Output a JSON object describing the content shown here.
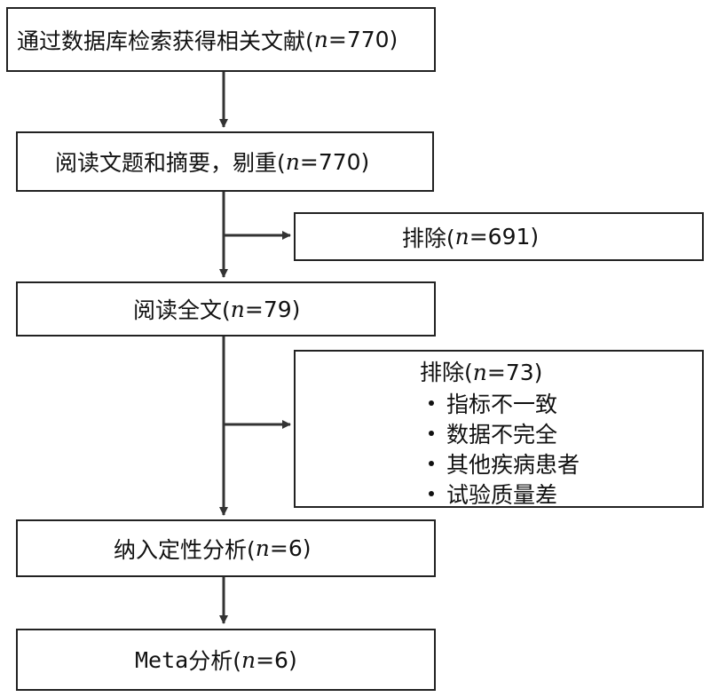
{
  "boxes": {
    "search": {
      "prefix": "通过数据库检索获得相关文献(",
      "n": "n",
      "suffix": "=770)"
    },
    "screen": {
      "prefix": "阅读文题和摘要，剔重(",
      "n": "n",
      "suffix": "=770)"
    },
    "exclude1": {
      "prefix": "排除(",
      "n": "n",
      "suffix": "=691)"
    },
    "fulltext": {
      "prefix": "阅读全文(",
      "n": "n",
      "suffix": "=79)"
    },
    "exclude2": {
      "prefix": "排除(",
      "n": "n",
      "suffix": "=73)",
      "reasons": [
        "指标不一致",
        "数据不完全",
        "其他疾病患者",
        "试验质量差"
      ]
    },
    "qualitative": {
      "prefix": "纳入定性分析(",
      "n": "n",
      "suffix": "=6)"
    },
    "meta": {
      "latin": "Meta",
      "prefix": "分析(",
      "n": "n",
      "suffix": "=6)"
    }
  }
}
